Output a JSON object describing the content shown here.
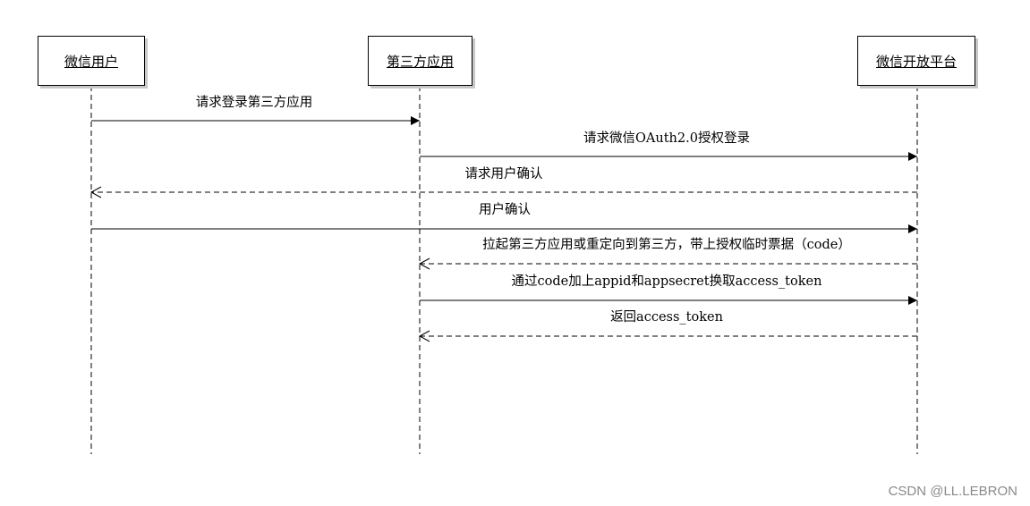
{
  "actors": [
    {
      "id": "user",
      "label": "微信用户"
    },
    {
      "id": "app",
      "label": "第三方应用"
    },
    {
      "id": "platform",
      "label": "微信开放平台"
    }
  ],
  "messages": [
    {
      "from": "user",
      "to": "app",
      "label": "请求登录第三方应用",
      "style": "solid"
    },
    {
      "from": "app",
      "to": "platform",
      "label": "请求微信OAuth2.0授权登录",
      "style": "solid"
    },
    {
      "from": "platform",
      "to": "user",
      "label": "请求用户确认",
      "style": "dashed"
    },
    {
      "from": "user",
      "to": "platform",
      "label": "用户确认",
      "style": "solid"
    },
    {
      "from": "platform",
      "to": "app",
      "label": "拉起第三方应用或重定向到第三方，带上授权临时票据（code）",
      "style": "dashed"
    },
    {
      "from": "app",
      "to": "platform",
      "label": "通过code加上appid和appsecret换取access_token",
      "style": "solid"
    },
    {
      "from": "platform",
      "to": "app",
      "label": "返回access_token",
      "style": "dashed"
    }
  ],
  "watermark": "CSDN @LL.LEBRON"
}
